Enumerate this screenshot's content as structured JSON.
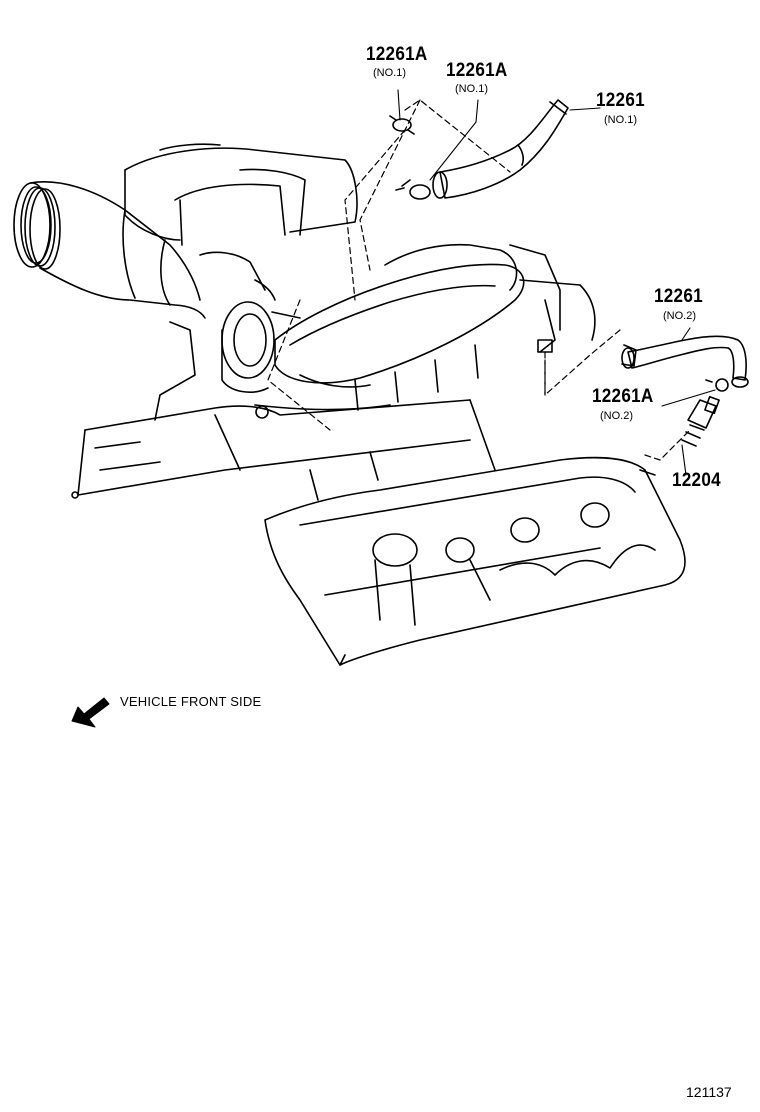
{
  "callouts": {
    "c1_part": "12261A",
    "c1_note": "(NO.1)",
    "c2_part": "12261A",
    "c2_note": "(NO.1)",
    "c3_part": "12261",
    "c3_note": "(NO.1)",
    "c4_part": "12261",
    "c4_note": "(NO.2)",
    "c5_part": "12261A",
    "c5_note": "(NO.2)",
    "c6_part": "12204"
  },
  "front_label": "VEHICLE FRONT SIDE",
  "figure_number": "121137",
  "line_color": "#000000"
}
